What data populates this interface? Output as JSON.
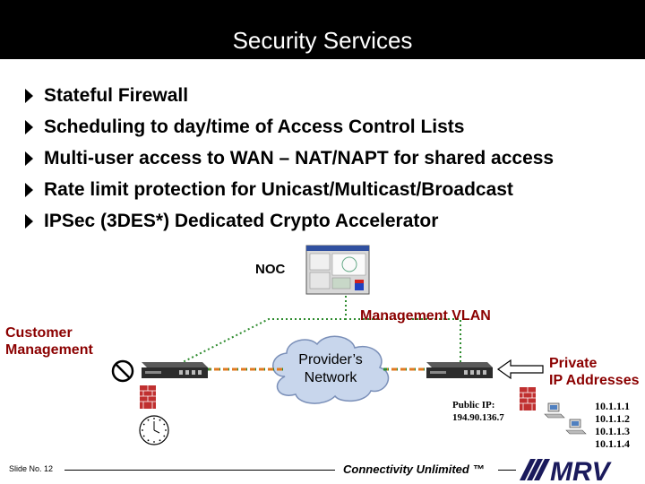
{
  "slide": {
    "title": "Security Services",
    "bullets": [
      "Stateful Firewall",
      "Scheduling to day/time of Access Control Lists",
      "Multi-user access to WAN – NAT/NAPT for shared access",
      "Rate limit protection for Unicast/Multicast/Broadcast",
      "IPSec (3DES*) Dedicated Crypto Accelerator"
    ]
  },
  "diagram": {
    "noc_label": "NOC",
    "customer_management_line1": "Customer",
    "customer_management_line2": "Management",
    "management_vlan_label": "Management  VLAN",
    "provider_line1": "Provider’s",
    "provider_line2": "Network",
    "private_line1": "Private",
    "private_line2": "IP Addresses",
    "public_ip_line1": "Public IP:",
    "public_ip_line2": "194.90.136.7",
    "private_ips": [
      "10.1.1.1",
      "10.1.1.2",
      "10.1.1.3",
      "10.1.1.4"
    ],
    "colors": {
      "label_red": "#8b0000",
      "vlan_dotted": "#2e8b2e",
      "cloud_fill": "#c8d6ec",
      "firewall_red": "#c03030"
    }
  },
  "footer": {
    "slide_number": "Slide No. 12",
    "tagline": "Connectivity Unlimited ™",
    "logo_text": "MRV"
  }
}
